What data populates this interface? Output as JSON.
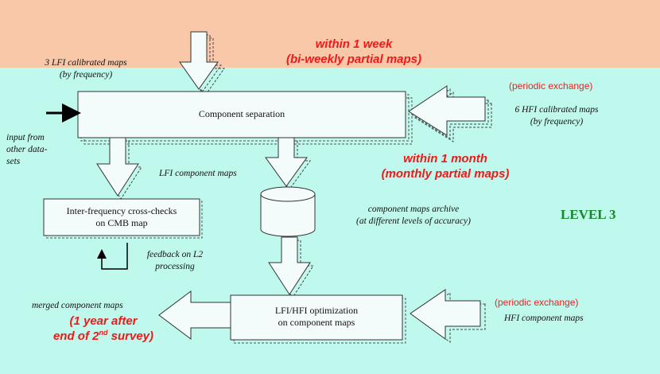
{
  "bands": {
    "top_color": "#f8c8a8",
    "main_color": "#bff8ec",
    "timing_week_line1": "within 1 week",
    "timing_week_line2": "(bi-weekly partial maps)"
  },
  "level_label": "LEVEL 3",
  "inputs": {
    "lfi_maps_line1": "3 LFI calibrated  maps",
    "lfi_maps_line2": "(by frequency)",
    "hfi_exchange": "(periodic exchange)",
    "hfi_maps_line1": "6 HFI calibrated maps",
    "hfi_maps_line2": "(by frequency)",
    "external_line1": "input from",
    "external_line2": "other data-",
    "external_line3": "sets"
  },
  "boxes": {
    "component_separation": "Component separation",
    "cross_checks_line1": "Inter-frequency cross-checks",
    "cross_checks_line2": "on CMB map",
    "optimization_line1": "LFI/HFI optimization",
    "optimization_line2": "on component maps"
  },
  "labels": {
    "lfi_component_maps": "LFI component  maps",
    "month_line1": "within 1 month",
    "month_line2": "(monthly partial maps)",
    "archive_line1": "component maps archive",
    "archive_line2": "(at different levels of accuracy)",
    "feedback_line1": "feedback on L2",
    "feedback_line2": "processing",
    "merged_maps": "merged component maps",
    "year_line1": "(1 year after",
    "year_line2_prefix": "end of 2",
    "year_line2_sup": "nd",
    "year_line2_suffix": " survey)",
    "hfi_exchange_bottom": "(periodic exchange)",
    "hfi_component_maps": "HFI component maps"
  }
}
